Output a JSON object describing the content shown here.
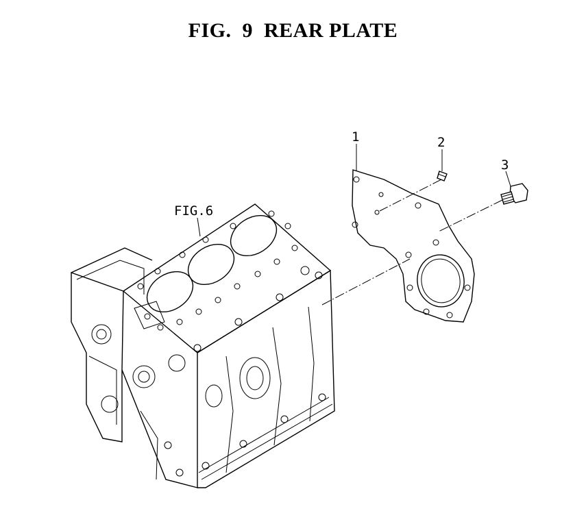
{
  "figure": {
    "title": "FIG.  9  REAR PLATE"
  },
  "labels": {
    "reference": "FIG.6",
    "part_1": "1",
    "part_2": "2",
    "part_3": "3"
  }
}
